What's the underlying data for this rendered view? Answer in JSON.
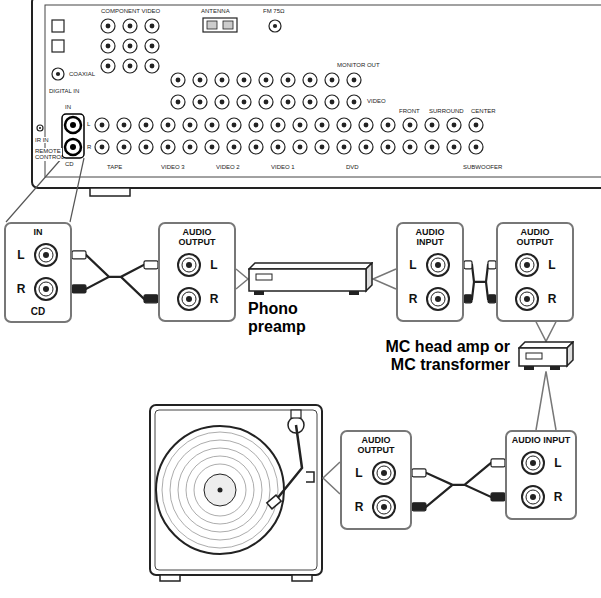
{
  "diagram": {
    "nodes": [
      {
        "text": [
          "IN",
          "L",
          "R",
          "CD"
        ]
      },
      {
        "text": [
          "AUDIO OUTPUT",
          "L",
          "R"
        ]
      },
      {
        "text": [
          "Phono preamp"
        ]
      },
      {
        "text": [
          "AUDIO INPUT",
          "L",
          "R"
        ]
      },
      {
        "text": [
          "AUDIO OUTPUT",
          "L",
          "R"
        ]
      },
      {
        "text": [
          "MC head amp or MC transformer"
        ]
      },
      {
        "text": [
          "AUDIO OUTPUT",
          "L",
          "R"
        ]
      },
      {
        "text": [
          "AUDIO INPUT",
          "L",
          "R"
        ]
      }
    ],
    "edges": [
      {
        "from": 0,
        "to": 1,
        "arrow": "none"
      },
      {
        "from": 1,
        "to": 2,
        "arrow": "none"
      },
      {
        "from": 3,
        "to": 2,
        "arrow": "none"
      },
      {
        "from": 3,
        "to": 4,
        "arrow": "none"
      },
      {
        "from": 4,
        "to": 5,
        "arrow": "none"
      },
      {
        "from": 7,
        "to": 5,
        "arrow": "none"
      },
      {
        "from": 6,
        "to": 7,
        "arrow": "none"
      }
    ],
    "labels": [
      "COMPONENT VIDEO",
      "ANTENNA",
      "FM 75Ω",
      "COAXIAL",
      "DIGITAL IN",
      "MONITOR OUT",
      "VIDEO",
      "IN",
      "L",
      "R",
      "CD",
      "IR IN",
      "REMOTE CONTROL",
      "TAPE",
      "VIDEO 3",
      "VIDEO 2",
      "VIDEO 1",
      "DVD",
      "FRONT",
      "SURROUND",
      "CENTER",
      "SUBWOOFER"
    ]
  }
}
